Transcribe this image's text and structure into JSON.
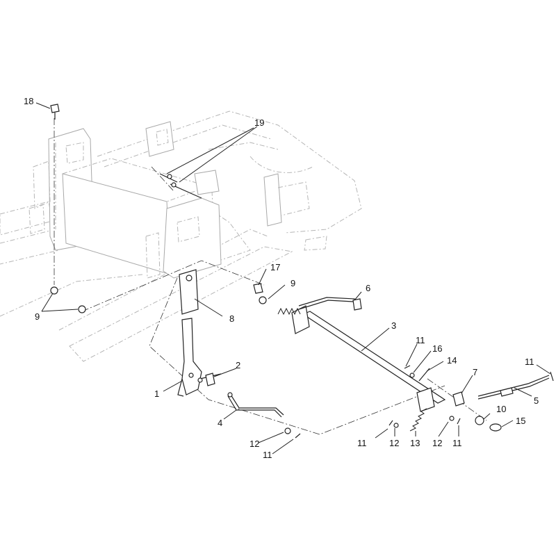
{
  "callouts": {
    "c1": "1",
    "c2": "2",
    "c3": "3",
    "c4": "4",
    "c5": "5",
    "c6": "6",
    "c7": "7",
    "c8": "8",
    "c9a": "9",
    "c9b": "9",
    "c10": "10",
    "c11a": "11",
    "c11b": "11",
    "c11c": "11",
    "c11d": "11",
    "c11e": "11",
    "c12a": "12",
    "c12b": "12",
    "c12c": "12",
    "c13": "13",
    "c14": "14",
    "c15": "15",
    "c16": "16",
    "c17": "17",
    "c18": "18",
    "c19": "19"
  }
}
